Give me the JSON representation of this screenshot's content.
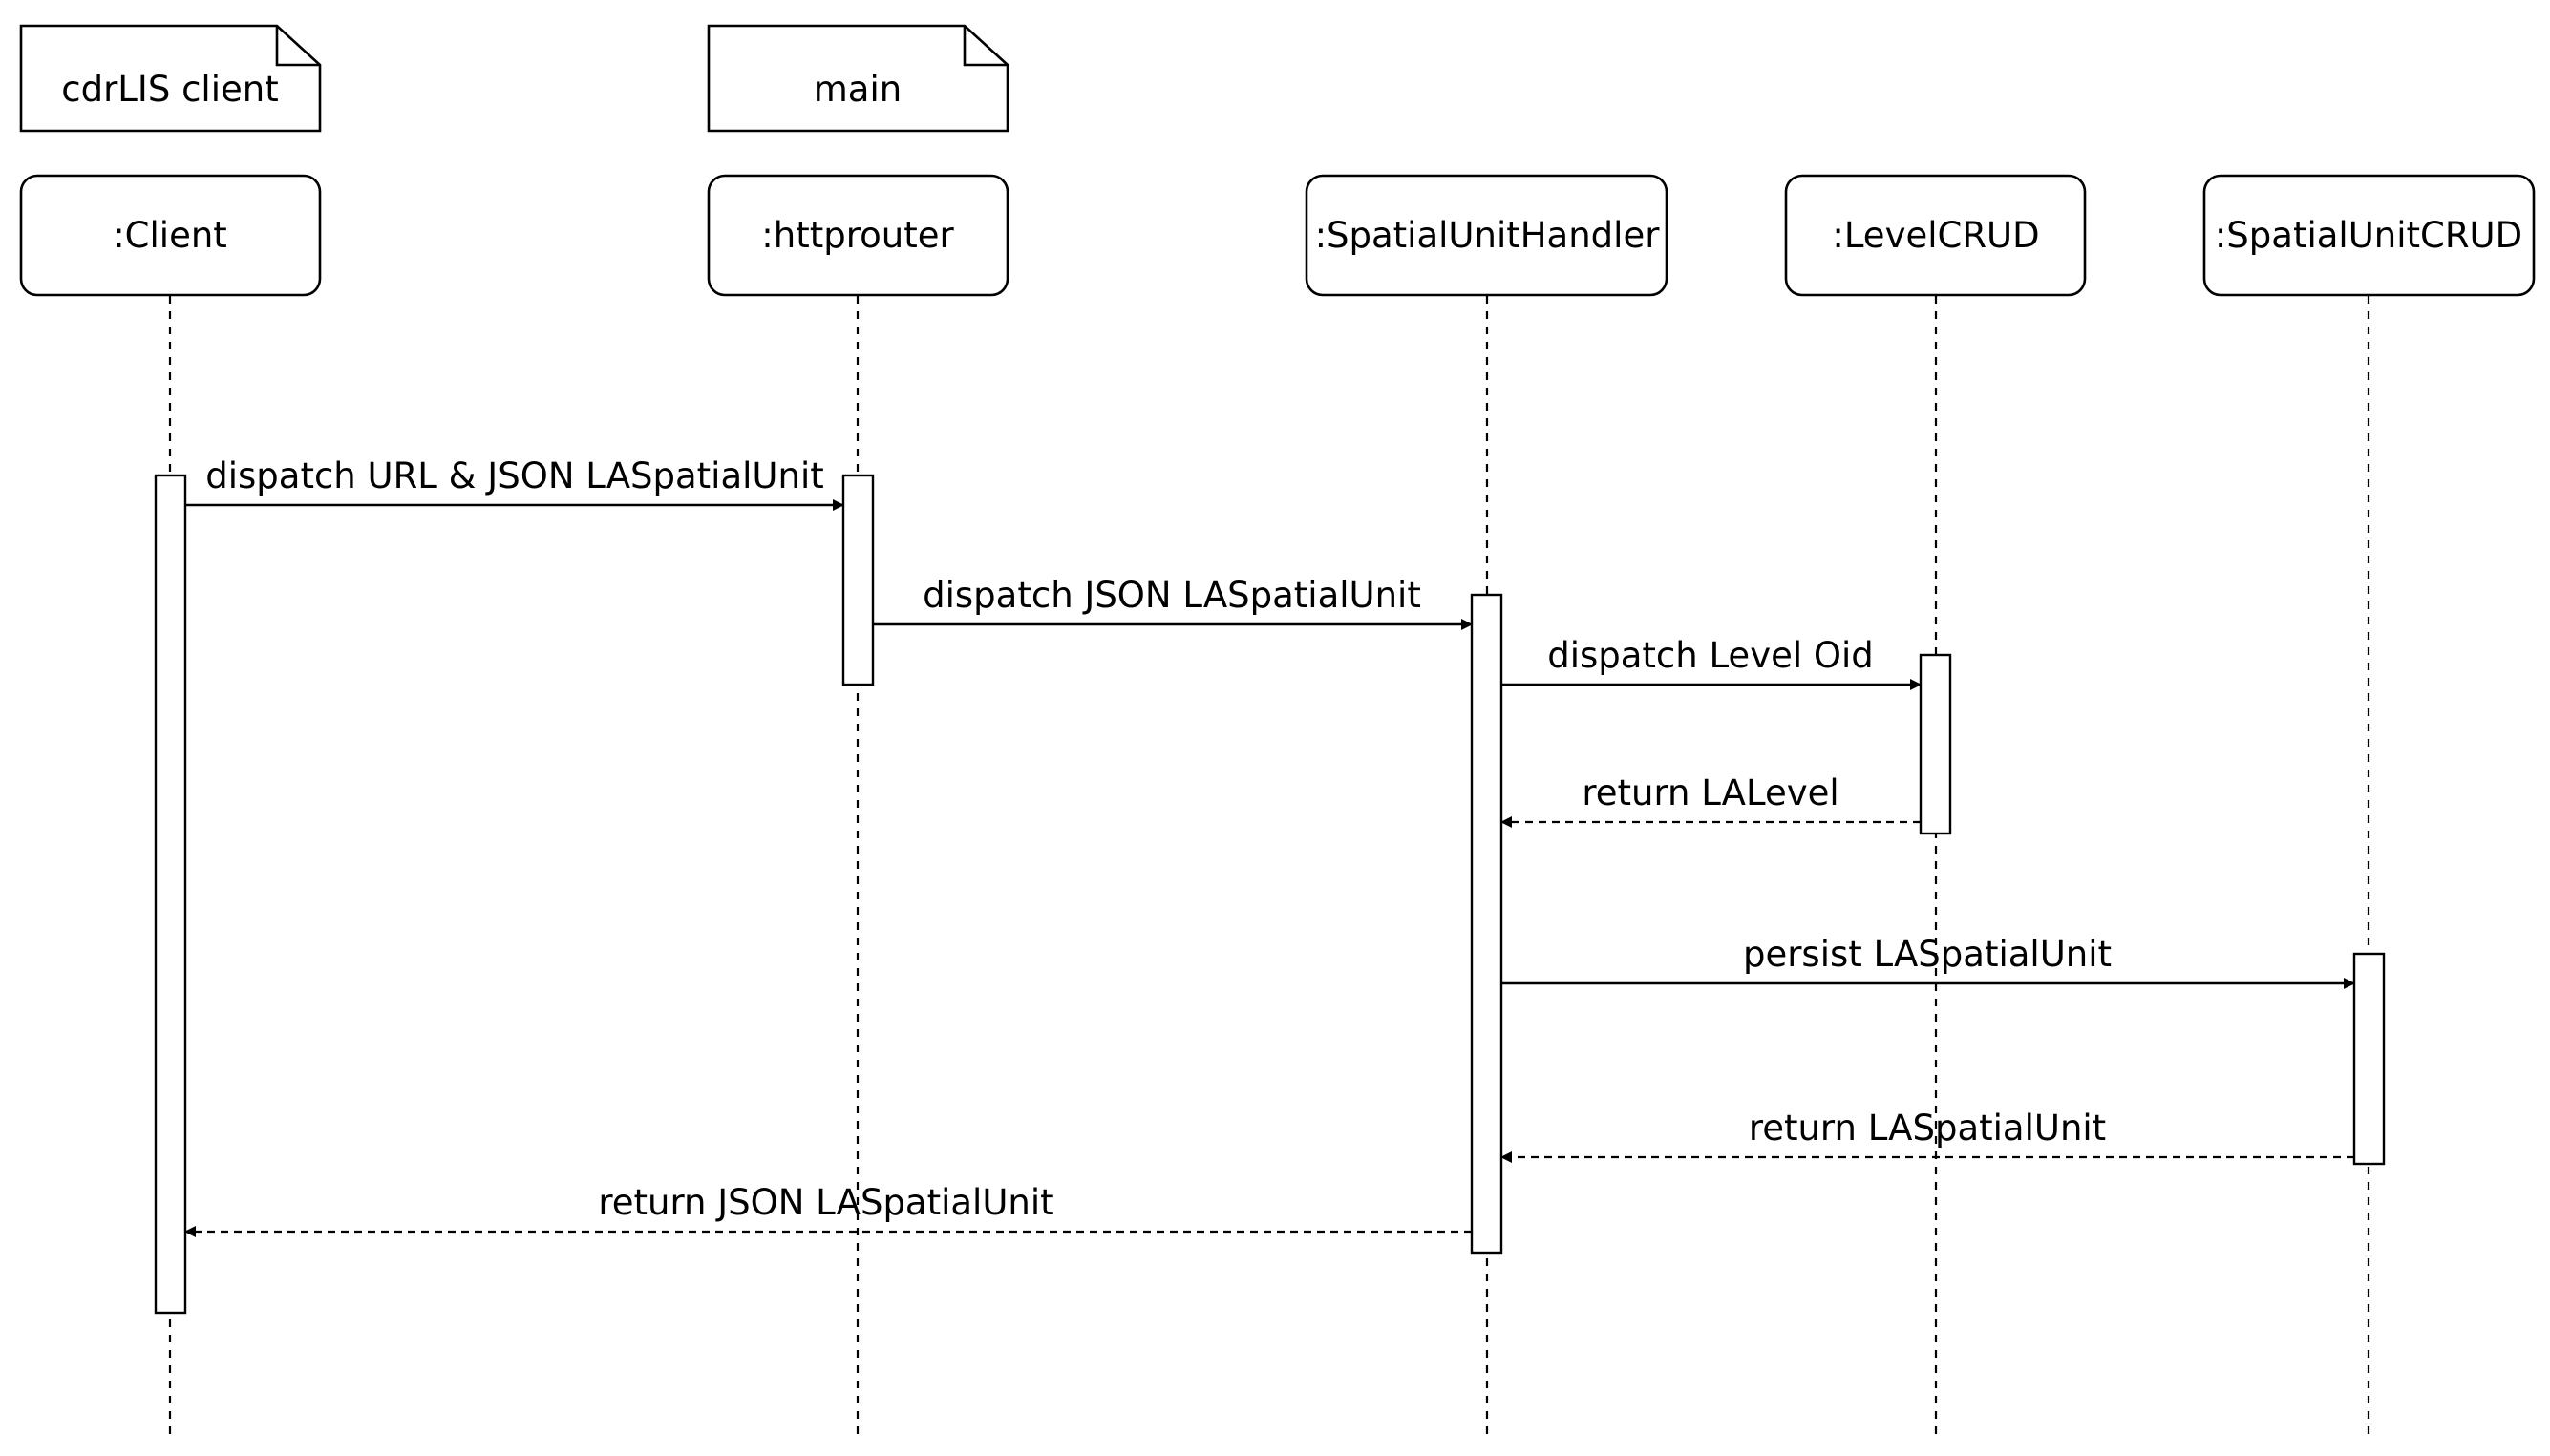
{
  "packages": [
    {
      "id": "pkg-client",
      "label": "cdrLIS client"
    },
    {
      "id": "pkg-main",
      "label": "main"
    }
  ],
  "participants": [
    {
      "id": "client",
      "label": ":Client"
    },
    {
      "id": "httprouter",
      "label": ":httprouter"
    },
    {
      "id": "handler",
      "label": ":SpatialUnitHandler"
    },
    {
      "id": "levelcrud",
      "label": ":LevelCRUD"
    },
    {
      "id": "sucrud",
      "label": ":SpatialUnitCRUD"
    }
  ],
  "messages": [
    {
      "id": "m1",
      "from": "client",
      "to": "httprouter",
      "label": "dispatch URL & JSON LASpatialUnit",
      "kind": "call"
    },
    {
      "id": "m2",
      "from": "httprouter",
      "to": "handler",
      "label": "dispatch JSON LASpatialUnit",
      "kind": "call"
    },
    {
      "id": "m3",
      "from": "handler",
      "to": "levelcrud",
      "label": "dispatch Level Oid",
      "kind": "call"
    },
    {
      "id": "m4",
      "from": "levelcrud",
      "to": "handler",
      "label": "return LALevel",
      "kind": "return"
    },
    {
      "id": "m5",
      "from": "handler",
      "to": "sucrud",
      "label": "persist LASpatialUnit",
      "kind": "call"
    },
    {
      "id": "m6",
      "from": "sucrud",
      "to": "handler",
      "label": "return LASpatialUnit",
      "kind": "return"
    },
    {
      "id": "m7",
      "from": "handler",
      "to": "client",
      "label": "return JSON LASpatialUnit",
      "kind": "return"
    }
  ],
  "colors": {
    "stroke": "#000000",
    "background": "#ffffff"
  }
}
